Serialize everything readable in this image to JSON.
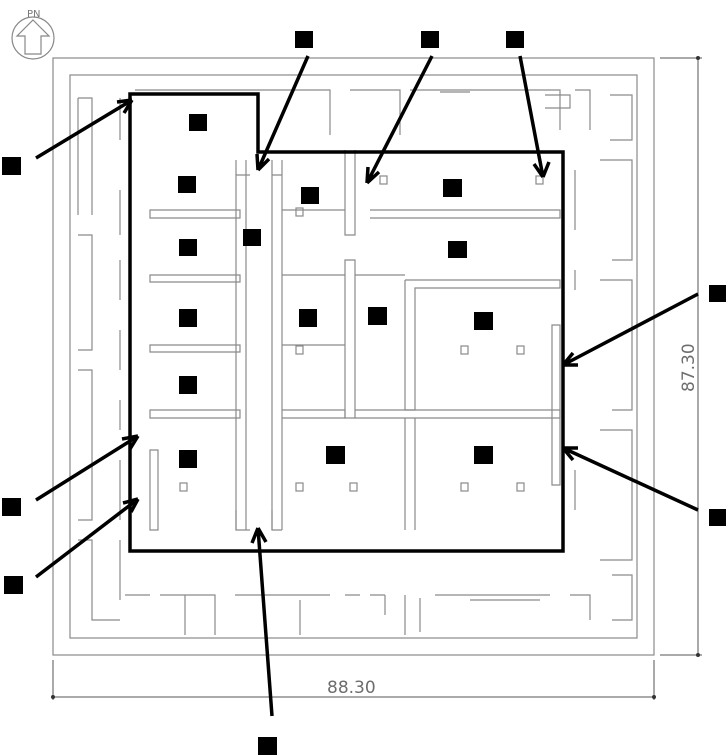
{
  "north_label": "PN",
  "dimensions": {
    "width": "88.30",
    "height": "87.30"
  },
  "colors": {
    "walls": "#8a8a8a",
    "outline": "#000000",
    "markers": "#000000"
  }
}
